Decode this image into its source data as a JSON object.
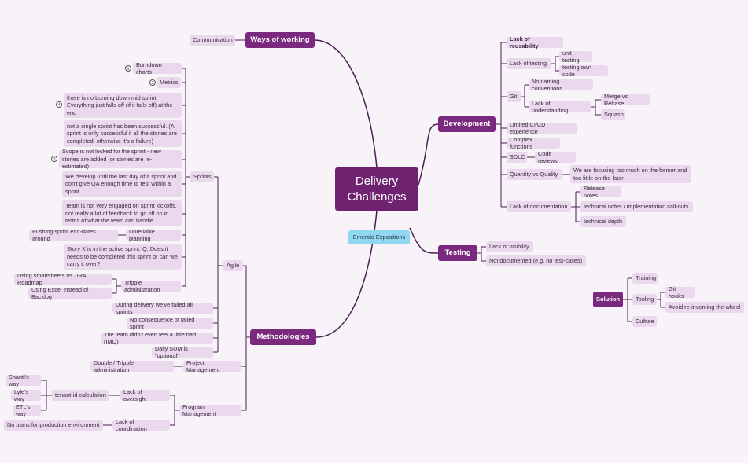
{
  "colors": {
    "main": "#7a2a7e",
    "root": "#6e2270",
    "leaf": "#ead8ec",
    "line": "#4a1f52",
    "floating": "#8fd8ef",
    "background": "#f8f3f9"
  },
  "root": {
    "label": "Delivery Challenges"
  },
  "floating": {
    "label": "Emerald Expositions"
  },
  "ways_of_working": {
    "label": "Ways of working",
    "communication": "Communication"
  },
  "development": {
    "label": "Development",
    "lack_of_reusability": "Lack of reusability",
    "lack_of_testing": "Lack of testing",
    "unit_testing": "unit testing",
    "testing_own_code": "testing own code",
    "git": "Git",
    "no_naming": "No naming conventions",
    "lack_of_understanding": "Lack of understanding",
    "merge_rebase": "Merge vs Rebase",
    "squash": "Squash",
    "limited_ci": "Limited CI/CD experience",
    "complex_functions": "Complex functions",
    "sdlc": "SDLC",
    "code_reviews": "Code reviews",
    "quantity_quality": "Quantity vs Quality",
    "focus_former": "We are focusing too much on the former and too little on the later",
    "lack_of_documentation": "Lack of documentation",
    "release_notes": "Release notes",
    "technical_notes": "technical notes / implementation call-outs",
    "technical_depth": "technical depth"
  },
  "testing": {
    "label": "Testing",
    "lack_of_visibility": "Lack of visibility",
    "not_documented": "Not documented (e.g. no test-cases)"
  },
  "solution": {
    "label": "Solution",
    "training": "Training",
    "tooling": "Tooling",
    "git_hooks": "Git hooks",
    "avoid_reinventing": "Avoid re-inventing the wheel",
    "culture": "Culture"
  },
  "methodologies": {
    "label": "Methodologies",
    "agile": "Agile",
    "sprints": "Sprints",
    "burndown": "Burndown charts",
    "metrics": "Metrics",
    "no_burning": "there is no burning down mid sprint. Everything just falls off (if it falls off) at the end",
    "not_single": "not a single sprint has been successful. (A sprint is only successful if all the stories are completed, otherwise it's a failure)",
    "scope": "Scope is not locked for the sprint - new stories are added (or stories are re-estimated)",
    "develop_until": "We develop until the last day of a sprint and don't give QA enough time to test within a sprint",
    "team_not_engaged": "Team is not very engaged on sprint kickoffs, not really a lot of feedback to go off on in terms of what the team can handle",
    "pushing_sprint": "Pushing sprint end-dates around",
    "unreliable_planning": "Unreliable planning",
    "story_x": "Story X is in the active sprint. Q: Does it needs to be completed this sprint or can we carry it over?",
    "tripple_admin": "Tripple administration",
    "smartsheets": "Using smartsheets vs JIRA Roadmap",
    "excel": "Using Excel instead of Backlog",
    "during_delivery": "During delivery we've failed all sprints",
    "no_consequence": "No consequence of failed sprint",
    "team_didnt": "The team didn't even feel a little bad (IMO)",
    "daily_sum": "Daily SUM is \"optional\"",
    "project_management": "Project Management",
    "double_tripple": "Double / Tripple administration",
    "program_management": "Program Management",
    "lack_of_oversight": "Lack of oversight",
    "tenant_id": "tenant-id calculation",
    "shantis_way": "Shanti's way",
    "lyles_way": "Lyle's way",
    "etls_way": "ETL's way",
    "lack_of_coordination": "Lack of coordination",
    "no_plans": "No plans for production environment"
  },
  "markers": {
    "burndown": "1",
    "metrics": "2",
    "no_burning": "4",
    "scope": "3"
  }
}
